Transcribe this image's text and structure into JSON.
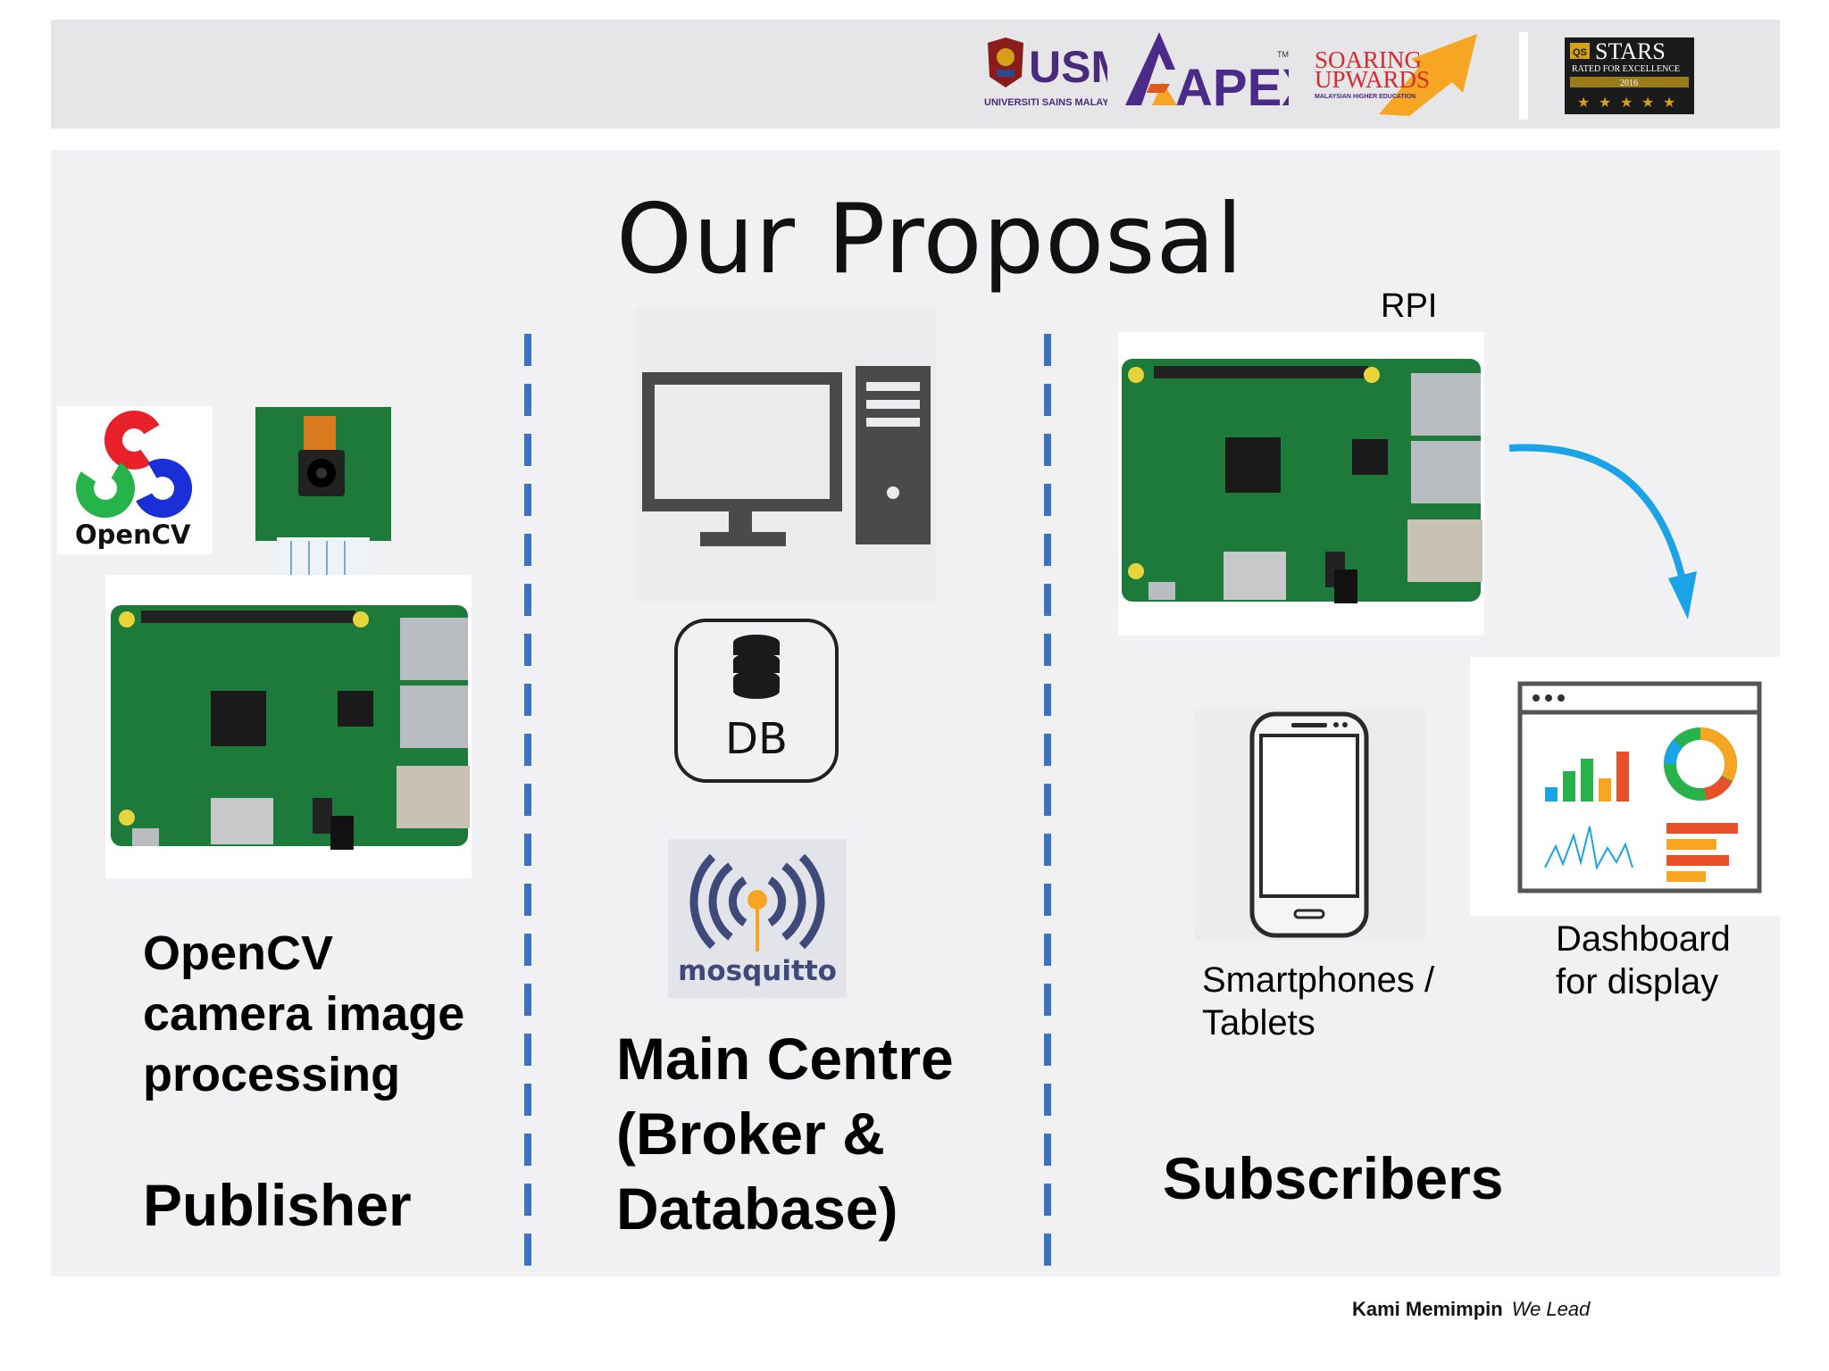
{
  "header": {
    "usm_name": "UNIVERSITI SAINS MALAYSIA",
    "usm_mark": "USM",
    "apex_mark": "APEX",
    "apex_tm": "TM",
    "soaring_line1": "SOARING",
    "soaring_line2": "UPWARDS",
    "soaring_sub": "MALAYSIAN HIGHER EDUCATION",
    "stars_title": "STARS",
    "stars_qs": "QS",
    "stars_sub": "RATED FOR EXCELLENCE",
    "stars_year": "2016"
  },
  "slide": {
    "title": "Our Proposal"
  },
  "publisher_col": {
    "opencv_logo_text": "OpenCV",
    "description_lines": [
      "OpenCV",
      "camera image",
      "processing"
    ],
    "role": "Publisher"
  },
  "centre_col": {
    "db_label": "DB",
    "mosquitto_text": "mosquitto",
    "title_lines": [
      "Main Centre",
      "(Broker &",
      "Database)"
    ]
  },
  "subscriber_col": {
    "rpi_label": "RPI",
    "phone_label_lines": [
      "Smartphones /",
      "Tablets"
    ],
    "dashboard_label_lines": [
      "Dashboard",
      "for display"
    ],
    "role": "Subscribers"
  },
  "footer": {
    "malay": "Kami Memimpin",
    "english": "We Lead"
  },
  "colors": {
    "separator": "#3d72c2",
    "arrow": "#1aa3e6",
    "usm_purple": "#4a2a7a",
    "apex_purple": "#4b2a8a",
    "soaring_red": "#d9282f",
    "soaring_orange": "#f6a623",
    "board_green": "#1d7a3a"
  }
}
